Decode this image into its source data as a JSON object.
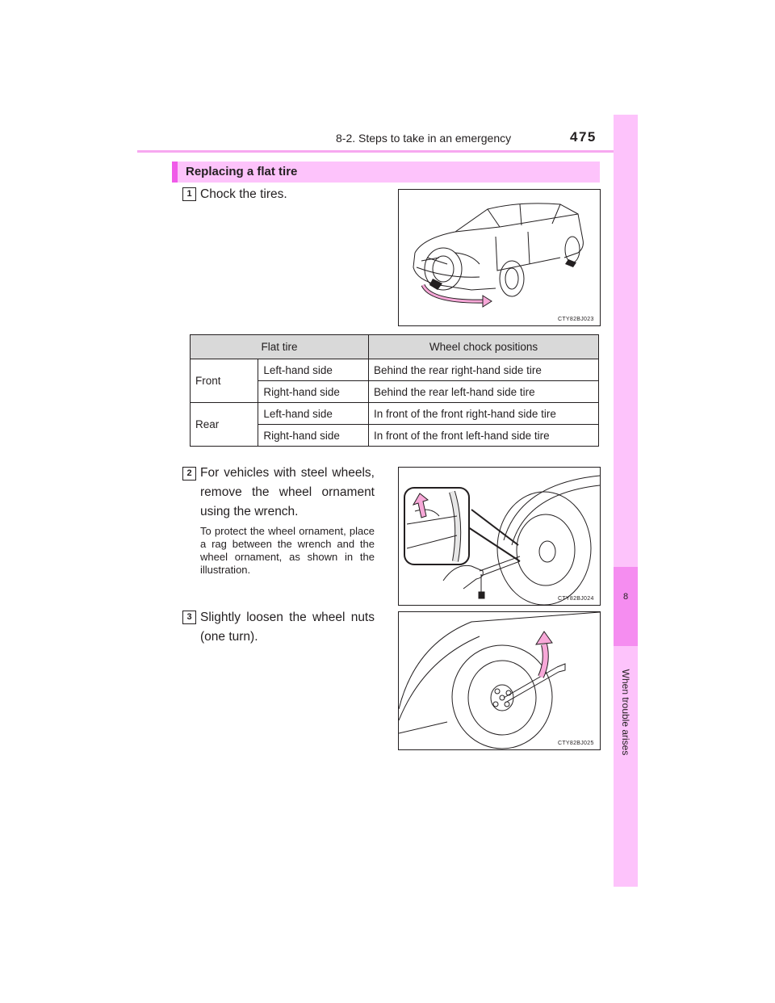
{
  "header": {
    "section": "8-2. Steps to take in an emergency",
    "page_number": "475"
  },
  "side_tab": {
    "chapter_number": "8",
    "chapter_title": "When trouble arises"
  },
  "section_title": "Replacing a flat tire",
  "steps": [
    {
      "number": "1",
      "text": "Chock the tires.",
      "figure_code": "CTY82BJ023"
    },
    {
      "number": "2",
      "text": "For vehicles with steel wheels, remove the wheel ornament using the wrench.",
      "note": "To protect the wheel ornament, place a rag between the wrench and the wheel ornament, as shown in the illustration.",
      "figure_code": "CTY82BJ024"
    },
    {
      "number": "3",
      "text": "Slightly loosen the wheel nuts (one turn).",
      "figure_code": "CTY82BJ025"
    }
  ],
  "chock_table": {
    "headers": [
      "Flat tire",
      "Wheel chock positions"
    ],
    "rows": [
      {
        "group": "Front",
        "side": "Left-hand side",
        "position": "Behind the rear right-hand side tire"
      },
      {
        "group": "Front",
        "side": "Right-hand side",
        "position": "Behind the rear left-hand side tire"
      },
      {
        "group": "Rear",
        "side": "Left-hand side",
        "position": "In front of the front right-hand side tire"
      },
      {
        "group": "Rear",
        "side": "Right-hand side",
        "position": "In front of the front left-hand side tire"
      }
    ]
  },
  "colors": {
    "accent_pink": "#f7a8f0",
    "tab_pink": "#fdc3fb",
    "tab_dark_pink": "#f58df0",
    "heading_bar": "#f05ae8",
    "arrow_pink": "#f7a8d8"
  }
}
